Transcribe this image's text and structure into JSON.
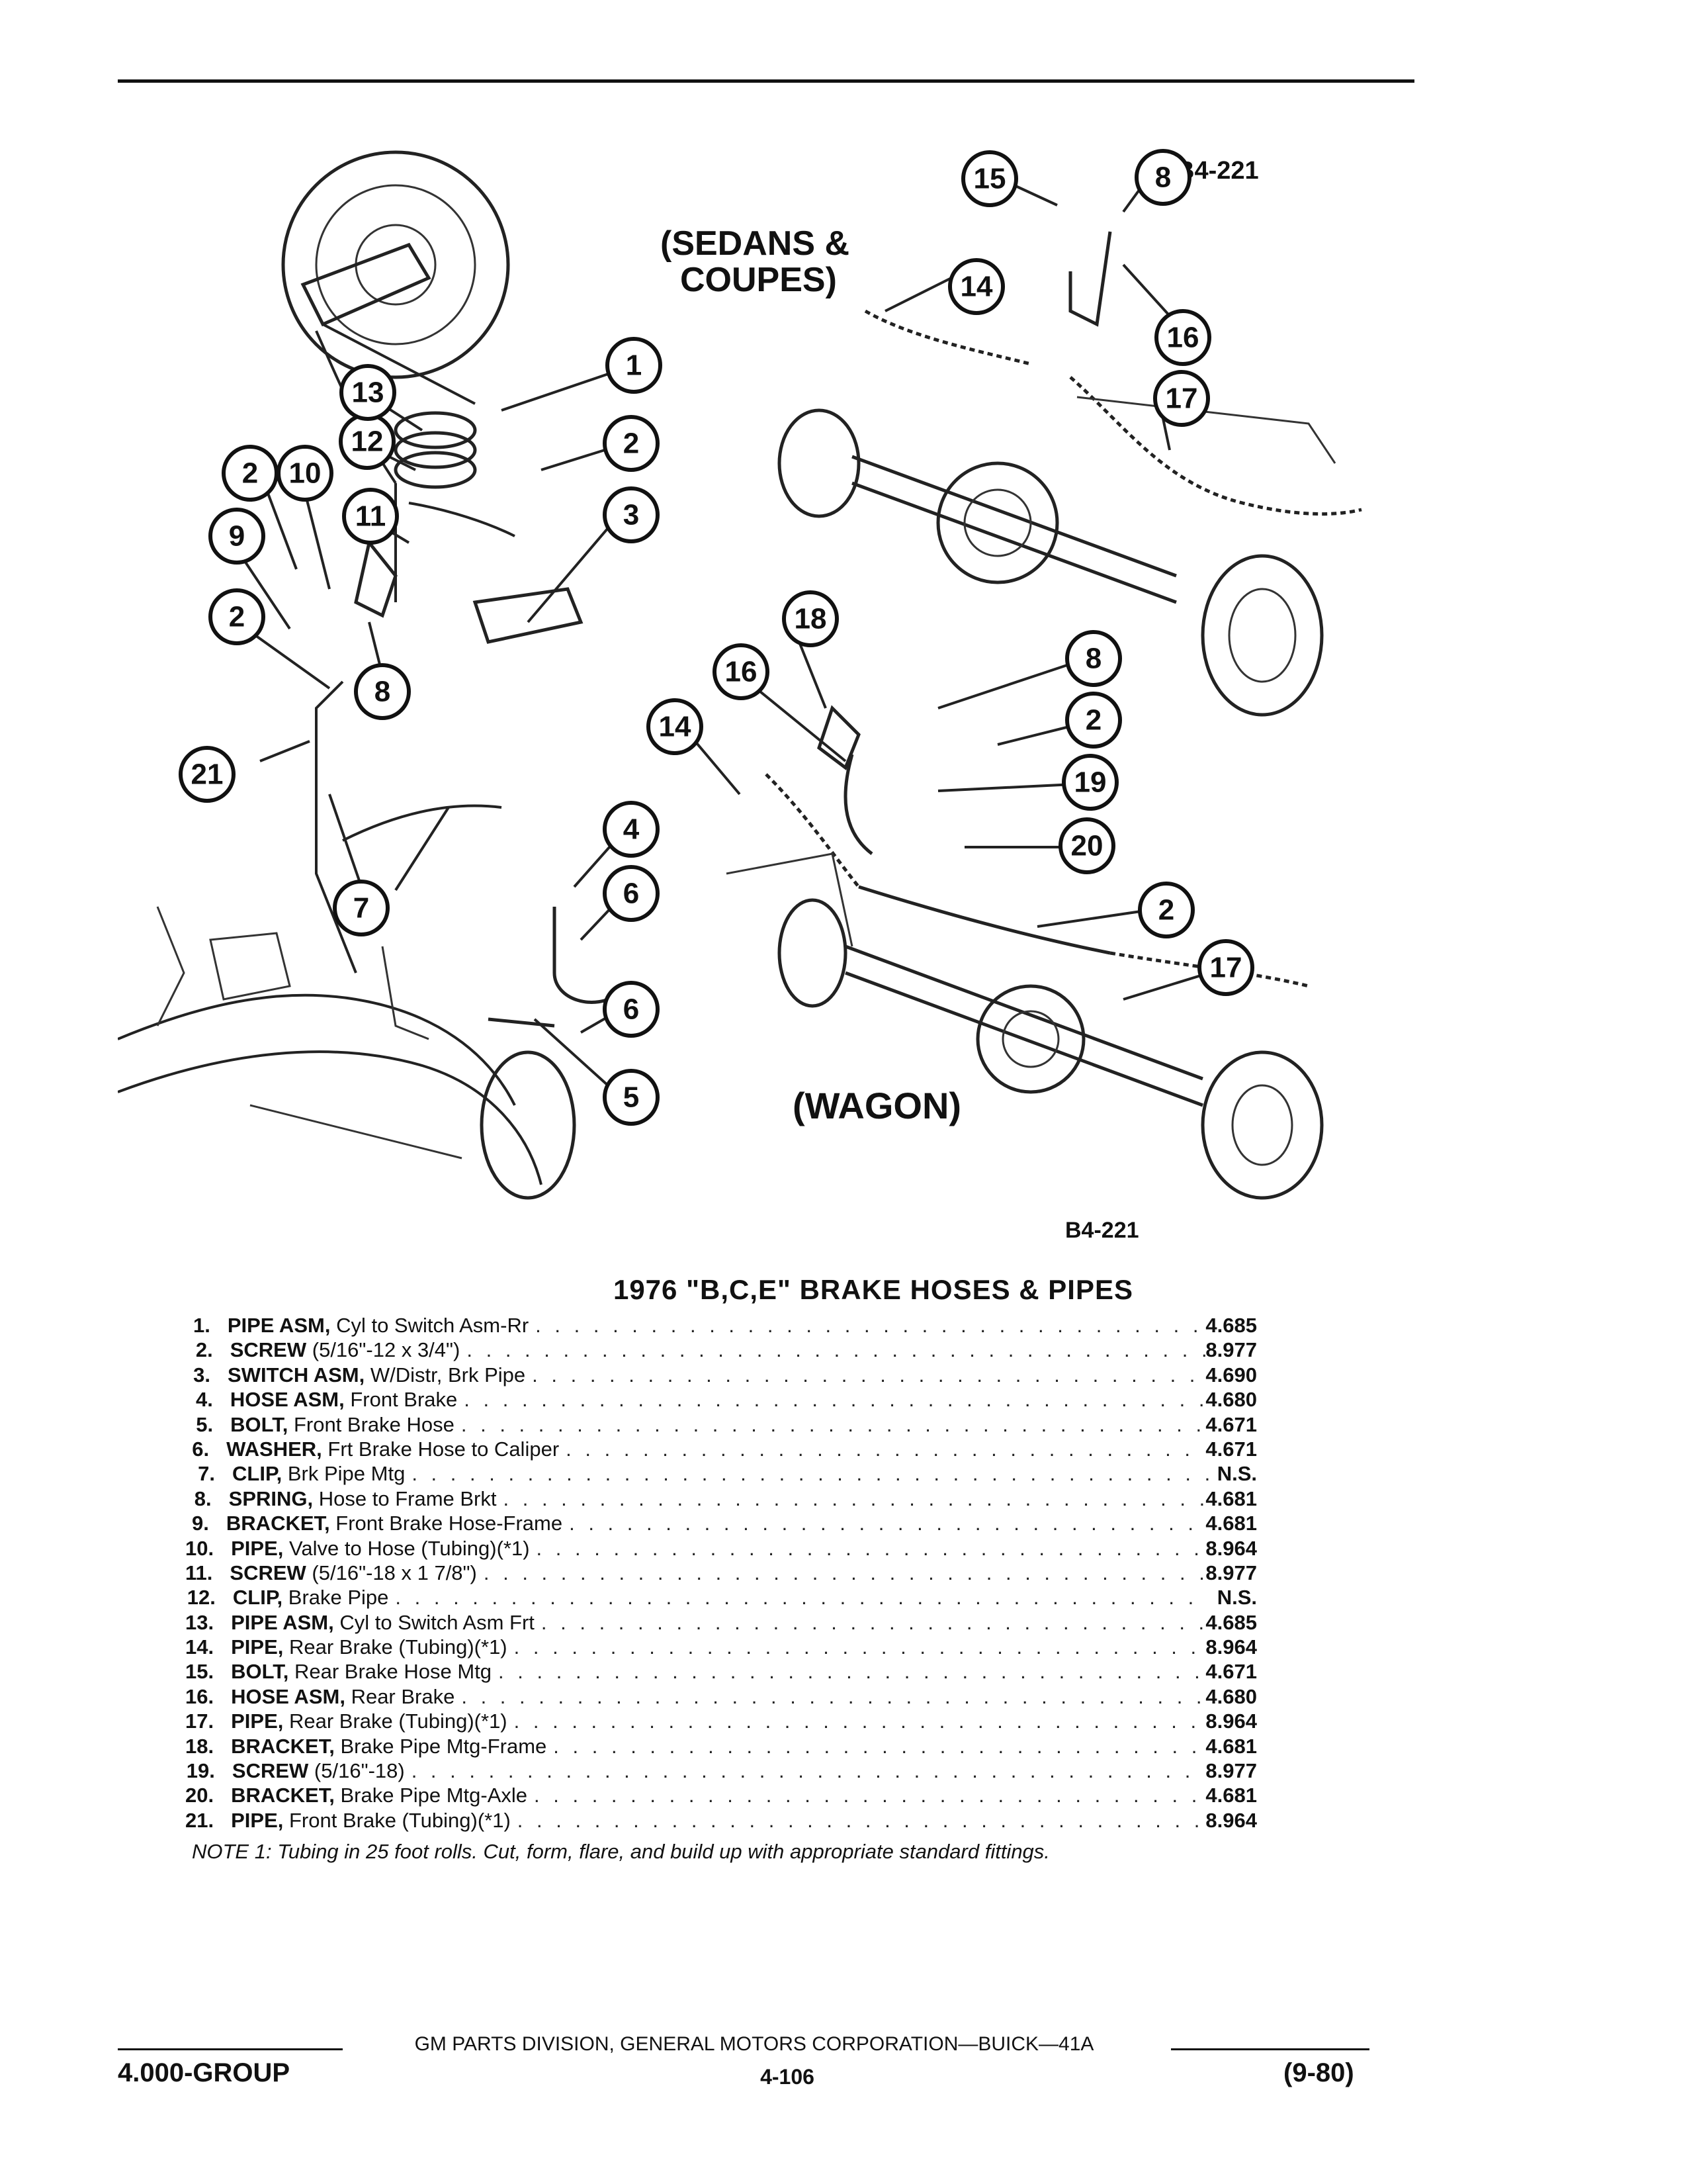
{
  "diagram": {
    "figure_code": "B4-221",
    "label_sedans": "(SEDANS &",
    "label_coupes": "COUPES)",
    "label_wagon": "(WAGON)",
    "callouts": [
      "1",
      "2",
      "3",
      "2",
      "10",
      "9",
      "11",
      "12",
      "13",
      "2",
      "8",
      "21",
      "7",
      "4",
      "6",
      "6",
      "5",
      "15",
      "8",
      "14",
      "16",
      "17",
      "18",
      "16",
      "14",
      "8",
      "2",
      "19",
      "20",
      "2",
      "17"
    ]
  },
  "figure_code": "B4-221",
  "parts_title": "1976 \"B,C,E\" BRAKE HOSES & PIPES",
  "parts": [
    {
      "num": "1.",
      "name": "PIPE ASM,",
      "desc": "Cyl to Switch Asm-Rr",
      "value": "4.685"
    },
    {
      "num": "2.",
      "name": "SCREW",
      "desc": "(5/16\"-12 x 3/4\")",
      "value": "8.977"
    },
    {
      "num": "3.",
      "name": "SWITCH ASM,",
      "desc": "W/Distr, Brk Pipe",
      "value": "4.690"
    },
    {
      "num": "4.",
      "name": "HOSE ASM,",
      "desc": "Front Brake",
      "value": "4.680"
    },
    {
      "num": "5.",
      "name": "BOLT,",
      "desc": "Front Brake Hose",
      "value": "4.671"
    },
    {
      "num": "6.",
      "name": "WASHER,",
      "desc": "Frt Brake Hose to Caliper",
      "value": "4.671"
    },
    {
      "num": "7.",
      "name": "CLIP,",
      "desc": "Brk Pipe Mtg",
      "value": "N.S."
    },
    {
      "num": "8.",
      "name": "SPRING,",
      "desc": "Hose to Frame Brkt",
      "value": "4.681"
    },
    {
      "num": "9.",
      "name": "BRACKET,",
      "desc": "Front Brake Hose-Frame",
      "value": "4.681"
    },
    {
      "num": "10.",
      "name": "PIPE,",
      "desc": "Valve to Hose (Tubing)(*1)",
      "value": "8.964"
    },
    {
      "num": "11.",
      "name": "SCREW",
      "desc": "(5/16\"-18 x 1 7/8\")",
      "value": "8.977"
    },
    {
      "num": "12.",
      "name": "CLIP,",
      "desc": "Brake Pipe",
      "value": "N.S."
    },
    {
      "num": "13.",
      "name": "PIPE ASM,",
      "desc": "Cyl to Switch Asm Frt",
      "value": "4.685"
    },
    {
      "num": "14.",
      "name": "PIPE,",
      "desc": "Rear Brake (Tubing)(*1)",
      "value": "8.964"
    },
    {
      "num": "15.",
      "name": "BOLT,",
      "desc": "Rear Brake Hose Mtg",
      "value": "4.671"
    },
    {
      "num": "16.",
      "name": "HOSE ASM,",
      "desc": "Rear Brake",
      "value": "4.680"
    },
    {
      "num": "17.",
      "name": "PIPE,",
      "desc": "Rear Brake (Tubing)(*1)",
      "value": "8.964"
    },
    {
      "num": "18.",
      "name": "BRACKET,",
      "desc": "Brake Pipe Mtg-Frame",
      "value": "4.681"
    },
    {
      "num": "19.",
      "name": "SCREW",
      "desc": "(5/16\"-18)",
      "value": "8.977"
    },
    {
      "num": "20.",
      "name": "BRACKET,",
      "desc": "Brake Pipe Mtg-Axle",
      "value": "4.681"
    },
    {
      "num": "21.",
      "name": "PIPE,",
      "desc": "Front Brake (Tubing)(*1)",
      "value": "8.964"
    }
  ],
  "note": "NOTE 1: Tubing in 25 foot rolls. Cut, form, flare, and build up with appropriate standard fittings.",
  "footer": {
    "center": "GM PARTS DIVISION, GENERAL MOTORS CORPORATION—BUICK—41A",
    "group": "4.000-GROUP",
    "page": "4-106",
    "date": "(9-80)"
  }
}
